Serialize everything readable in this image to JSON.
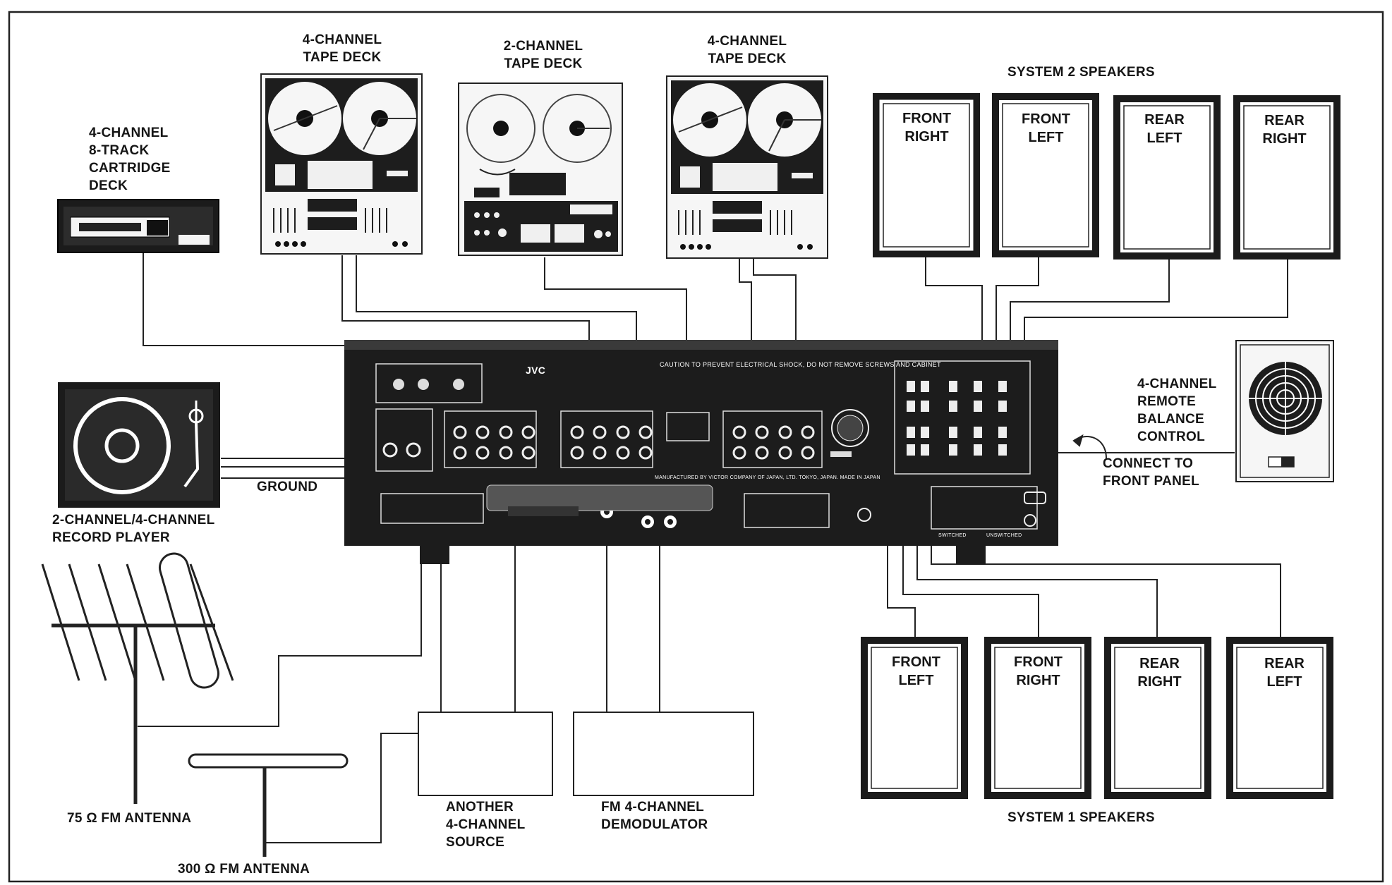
{
  "diagram": {
    "components": {
      "cartridge_deck": [
        "4-CHANNEL",
        "8-TRACK",
        "CARTRIDGE",
        "DECK"
      ],
      "tape_deck_left": [
        "4-CHANNEL",
        "TAPE DECK"
      ],
      "tape_deck_center": [
        "2-CHANNEL",
        "TAPE DECK"
      ],
      "tape_deck_right": [
        "4-CHANNEL",
        "TAPE DECK"
      ],
      "record_player": [
        "2-CHANNEL/4-CHANNEL",
        "RECORD PLAYER"
      ],
      "ground": "GROUND",
      "remote_balance": [
        "4-CHANNEL",
        "REMOTE",
        "BALANCE",
        "CONTROL"
      ],
      "connect_front": [
        "CONNECT TO",
        "FRONT PANEL"
      ],
      "another_source": [
        "ANOTHER",
        "4-CHANNEL",
        "SOURCE"
      ],
      "fm_demodulator": [
        "FM 4-CHANNEL",
        "DEMODULATOR"
      ],
      "antenna_75": "75 Ω FM ANTENNA",
      "antenna_300": "300 Ω FM ANTENNA"
    },
    "system2": {
      "title": "SYSTEM 2 SPEAKERS",
      "speakers": [
        [
          "FRONT",
          "RIGHT"
        ],
        [
          "FRONT",
          "LEFT"
        ],
        [
          "REAR",
          "LEFT"
        ],
        [
          "REAR",
          "RIGHT"
        ]
      ]
    },
    "system1": {
      "title": "SYSTEM 1 SPEAKERS",
      "speakers": [
        [
          "FRONT",
          "LEFT"
        ],
        [
          "FRONT",
          "RIGHT"
        ],
        [
          "REAR",
          "RIGHT"
        ],
        [
          "REAR",
          "LEFT"
        ]
      ]
    },
    "receiver": {
      "brand": "JVC",
      "caution": "CAUTION TO PREVENT ELECTRICAL SHOCK, DO NOT REMOVE SCREWS AND CABINET",
      "manufacturer": "MANUFACTURED BY VICTOR COMPANY OF JAPAN, LTD. TOKYO, JAPAN.  MADE IN JAPAN",
      "switched": "SWITCHED",
      "unswitched": "UNSWITCHED"
    }
  }
}
